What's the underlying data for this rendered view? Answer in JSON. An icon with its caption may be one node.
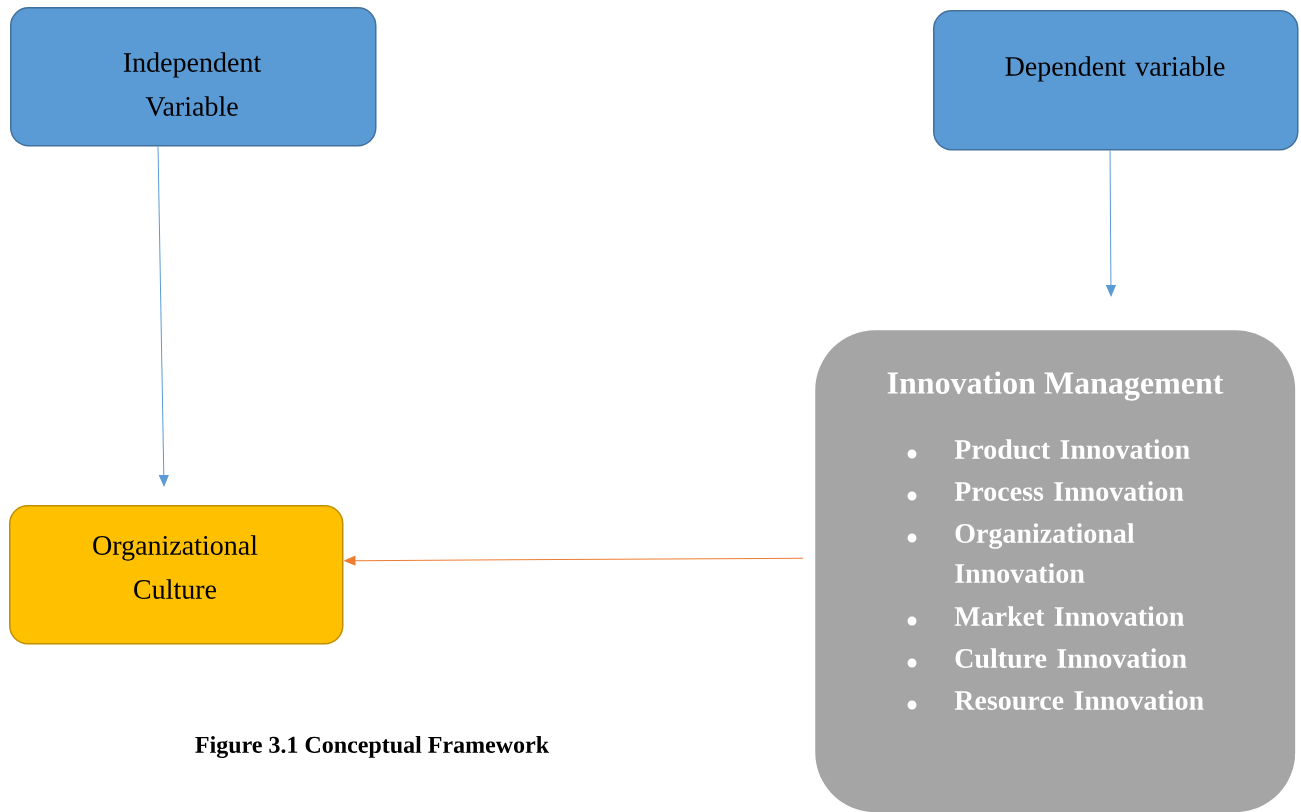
{
  "diagram": {
    "caption": "Figure 3.1 Conceptual Framework",
    "nodes": [
      {
        "text": [
          "Independent Variable"
        ]
      },
      {
        "text": [
          "Dependent variable"
        ]
      },
      {
        "text": [
          "Innovation Management",
          "Product Innovation",
          "Process Innovation",
          "Organizational Innovation",
          "Market Innovation",
          "Culture Innovation",
          "Resource Innovation"
        ]
      },
      {
        "text": [
          "Organizational Culture"
        ]
      }
    ],
    "edges": [
      {
        "from": 0,
        "to": 3,
        "arrow": "to"
      },
      {
        "from": 1,
        "to": 2,
        "arrow": "to"
      },
      {
        "from": 2,
        "to": 3,
        "arrow": "to",
        "color": "#ed7d31"
      }
    ]
  }
}
